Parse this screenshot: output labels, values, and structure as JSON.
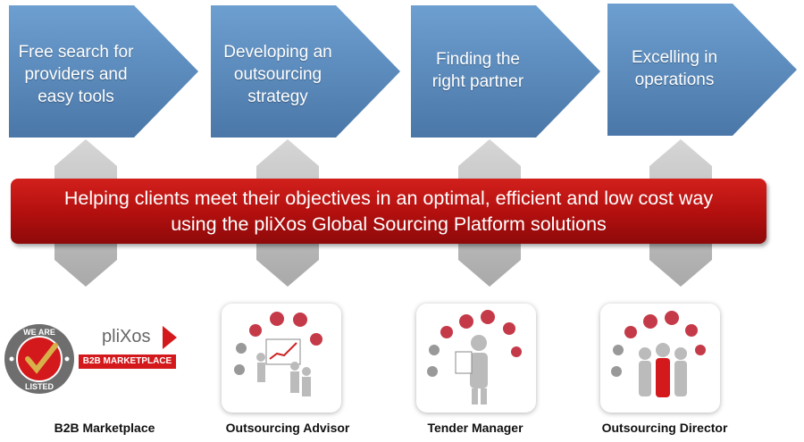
{
  "steps": [
    {
      "text": "Free search for providers and easy tools"
    },
    {
      "text": "Developing an outsourcing strategy"
    },
    {
      "text": "Finding the right partner"
    },
    {
      "text": "Excelling in operations"
    }
  ],
  "banner": {
    "line1": "Helping clients meet their objectives in an optimal, efficient and low cost way",
    "line2": "using the pliXos Global Sourcing Platform solutions"
  },
  "logo": {
    "badge_top": "WE ARE",
    "badge_bottom": "LISTED",
    "brand": "pliXos",
    "brand_sub": "B2B MARKETPLACE"
  },
  "products": [
    {
      "label": "B2B Marketplace"
    },
    {
      "label": "Outsourcing Advisor"
    },
    {
      "label": "Tender Manager"
    },
    {
      "label": "Outsourcing Director"
    }
  ],
  "colors": {
    "step_blue": "#5a8ec2",
    "banner_red": "#c0161a",
    "connector_grey": "#bdbdbd"
  }
}
